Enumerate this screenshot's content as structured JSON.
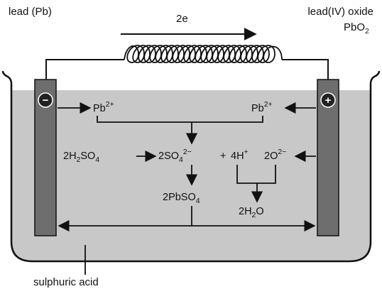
{
  "labels": {
    "anode": "lead (Pb)",
    "cathode_line1": "lead(IV) oxide",
    "cathode_line2_base": "PbO",
    "cathode_line2_sub": "2",
    "electrons": "2e",
    "electrolyte": "sulphuric acid"
  },
  "electrodes": {
    "negative_sign": "−",
    "positive_sign": "+"
  },
  "species": {
    "pb_left": {
      "base": "Pb",
      "sup": "2+"
    },
    "pb_right": {
      "base": "Pb",
      "sup": "2+"
    },
    "h2so4": {
      "p1": "2H",
      "s1": "2",
      "p2": "SO",
      "s2": "4"
    },
    "so4": {
      "p1": "2SO",
      "s1": "4",
      "sup": "2−"
    },
    "plus": "+",
    "h_ion": {
      "p1": "4H",
      "sup": "+"
    },
    "o_ion": {
      "p1": "2O",
      "sup": "2−"
    },
    "pbso4": {
      "p1": "2PbSO",
      "s1": "4"
    },
    "water": {
      "p1": "2H",
      "s1": "2",
      "p2": "O"
    }
  },
  "colors": {
    "electrolyte": "#c8c8c8",
    "electrode": "#6e6e6e",
    "line": "#111111"
  }
}
